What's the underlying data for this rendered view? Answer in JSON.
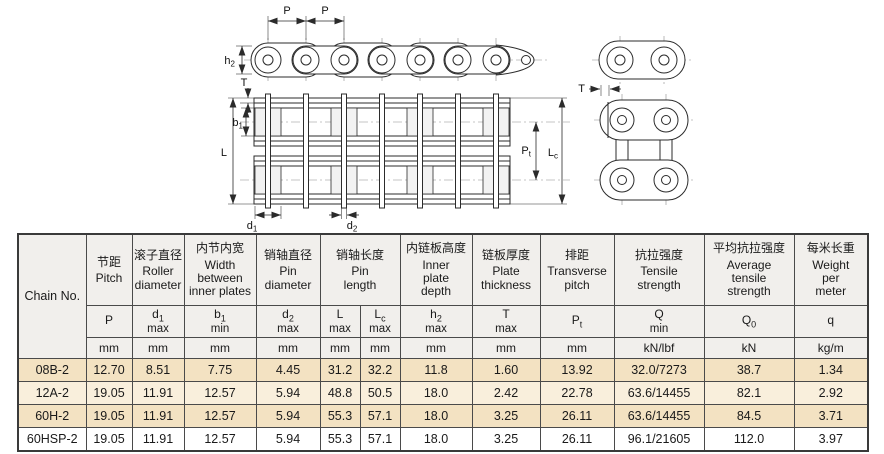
{
  "diagram": {
    "labels": {
      "P1": "P",
      "P2": "P",
      "h2": {
        "base": "h",
        "sub": "2"
      },
      "T1": "T",
      "T2": "T",
      "b1": {
        "base": "b",
        "sub": "1"
      },
      "L": "L",
      "d1": {
        "base": "d",
        "sub": "1"
      },
      "d2": {
        "base": "d",
        "sub": "2"
      },
      "Pt": {
        "base": "P",
        "sub": "t"
      },
      "Lc": {
        "base": "L",
        "sub": "c"
      }
    }
  },
  "table": {
    "chain_no": "Chain No.",
    "header_cells": [
      {
        "cn": "节距",
        "en": "Pitch"
      },
      {
        "cn": "滚子直径",
        "en": "Roller\ndiameter"
      },
      {
        "cn": "内节内宽",
        "en": "Width\nbetween\ninner plates"
      },
      {
        "cn": "销轴直径",
        "en": "Pin\ndiameter"
      },
      {
        "cn": "销轴长度",
        "en": "Pin\nlength"
      },
      {
        "cn": "内链板高度",
        "en": "Inner\nplate\ndepth"
      },
      {
        "cn": "链板厚度",
        "en": "Plate\nthickness"
      },
      {
        "cn": "排距",
        "en": "Transverse\npitch"
      },
      {
        "cn": "抗拉强度",
        "en": "Tensile\nstrength"
      },
      {
        "cn": "平均抗拉强度",
        "en": "Average\ntensile\nstrength"
      },
      {
        "cn": "每米长重",
        "en": "Weight\nper\nmeter"
      }
    ],
    "symbols": [
      {
        "base": "P",
        "sub": "",
        "note": ""
      },
      {
        "base": "d",
        "sub": "1",
        "note": "max"
      },
      {
        "base": "b",
        "sub": "1",
        "note": "min"
      },
      {
        "base": "d",
        "sub": "2",
        "note": "max"
      },
      {
        "base": "L",
        "sub": "",
        "note": "max"
      },
      {
        "base": "L",
        "sub": "c",
        "note": "max"
      },
      {
        "base": "h",
        "sub": "2",
        "note": "max"
      },
      {
        "base": "T",
        "sub": "",
        "note": "max"
      },
      {
        "base": "P",
        "sub": "t",
        "note": ""
      },
      {
        "base": "Q",
        "sub": "",
        "note": "min"
      },
      {
        "base": "Q",
        "sub": "0",
        "note": ""
      },
      {
        "base": "q",
        "sub": "",
        "note": ""
      }
    ],
    "units": [
      "mm",
      "mm",
      "mm",
      "mm",
      "mm",
      "mm",
      "mm",
      "mm",
      "mm",
      "kN/lbf",
      "kN",
      "kg/m"
    ],
    "rows": [
      {
        "name": "08B-2",
        "values": [
          "12.70",
          "8.51",
          "7.75",
          "4.45",
          "31.2",
          "32.2",
          "11.8",
          "1.60",
          "13.92",
          "32.0/7273",
          "38.7",
          "1.34"
        ]
      },
      {
        "name": "12A-2",
        "values": [
          "19.05",
          "11.91",
          "12.57",
          "5.94",
          "48.8",
          "50.5",
          "18.0",
          "2.42",
          "22.78",
          "63.6/14455",
          "82.1",
          "2.92"
        ]
      },
      {
        "name": "60H-2",
        "values": [
          "19.05",
          "11.91",
          "12.57",
          "5.94",
          "55.3",
          "57.1",
          "18.0",
          "3.25",
          "26.11",
          "63.6/14455",
          "84.5",
          "3.71"
        ]
      },
      {
        "name": "60HSP-2",
        "values": [
          "19.05",
          "11.91",
          "12.57",
          "5.94",
          "55.3",
          "57.1",
          "18.0",
          "3.25",
          "26.11",
          "96.1/21605",
          "112.0",
          "3.97"
        ]
      }
    ]
  }
}
